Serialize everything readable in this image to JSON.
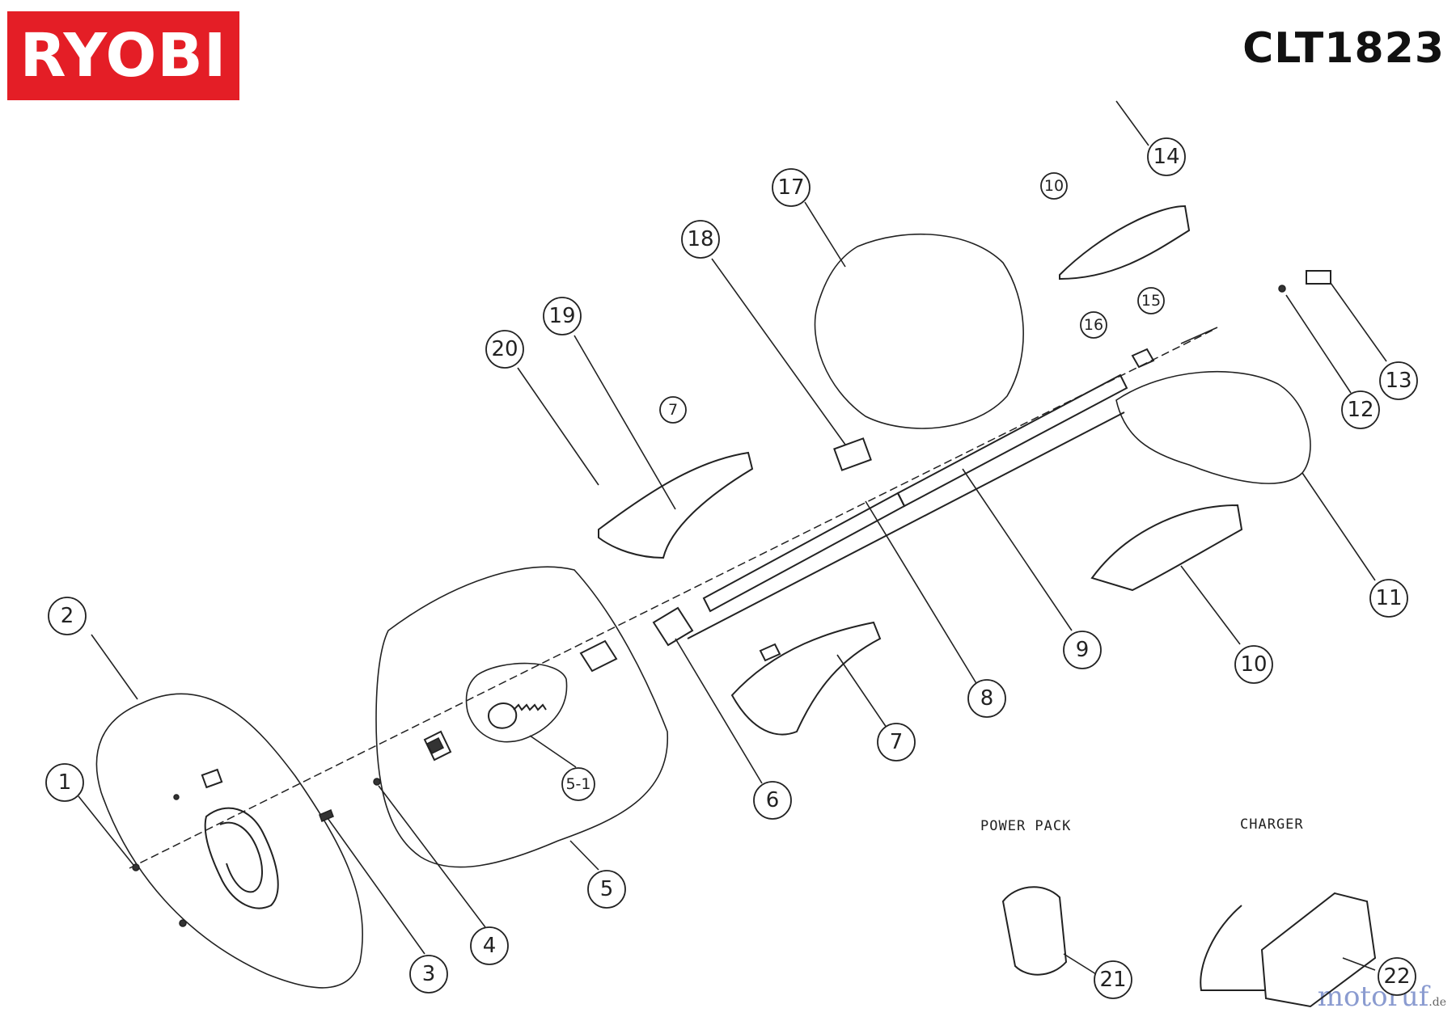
{
  "brand": "RYOBI",
  "model": "CLT1823",
  "sections": {
    "power_pack": "POWER PACK",
    "charger": "CHARGER"
  },
  "callouts": {
    "c1": "1",
    "c2": "2",
    "c3": "3",
    "c4": "4",
    "c5": "5",
    "c5_1": "5-1",
    "c6": "6",
    "c7a": "7",
    "c7b": "7",
    "c8": "8",
    "c9": "9",
    "c10a": "10",
    "c10b": "10",
    "c11": "11",
    "c12": "12",
    "c13": "13",
    "c14": "14",
    "c15": "15",
    "c16": "16",
    "c17": "17",
    "c18": "18",
    "c19": "19",
    "c20": "20",
    "c21": "21",
    "c22": "22"
  },
  "watermark": {
    "main": "motoruf",
    "suffix": ".de"
  },
  "colors": {
    "brand_red": "#e41e26",
    "line": "#222222"
  }
}
